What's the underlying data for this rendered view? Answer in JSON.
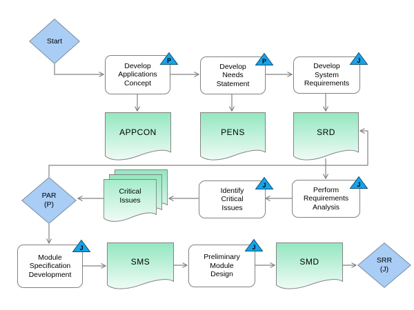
{
  "diagram": {
    "kind": "flowchart",
    "colors": {
      "background": "#ffffff",
      "connector": "#808080",
      "process_fill": "#ffffff",
      "process_border": "#808080",
      "document_gradient_top": "#93e7c0",
      "document_gradient_bottom": "#f0fbf6",
      "decision_fill": "#a9cdf5",
      "decision_border": "#7a8b9c",
      "badge_fill": "#17a3e8",
      "badge_border": "#0d4f73",
      "text": "#000000"
    },
    "nodes": {
      "start": {
        "type": "decision",
        "label": "Start"
      },
      "develop_applications_concept": {
        "type": "process",
        "label": "Develop\nApplications\nConcept",
        "badge": "P"
      },
      "develop_needs_statement": {
        "type": "process",
        "label": "Develop\nNeeds\nStatement",
        "badge": "P"
      },
      "develop_system_requirements": {
        "type": "process",
        "label": "Develop\nSystem\nRequirements",
        "badge": "J"
      },
      "appcon": {
        "type": "document",
        "label": "APPCON"
      },
      "pens": {
        "type": "document",
        "label": "PENS"
      },
      "srd": {
        "type": "document",
        "label": "SRD"
      },
      "par": {
        "type": "decision",
        "label": "PAR\n(P)"
      },
      "critical_issues": {
        "type": "document-stack",
        "label": "Critical\nIssues"
      },
      "identify_critical_issues": {
        "type": "process",
        "label": "Identify\nCritical\nIssues",
        "badge": "J"
      },
      "perform_requirements_analysis": {
        "type": "process",
        "label": "Perform\nRequirements\nAnalysis",
        "badge": "J"
      },
      "module_specification_development": {
        "type": "process",
        "label": "Module\nSpecification\nDevelopment",
        "badge": "J"
      },
      "sms": {
        "type": "document",
        "label": "SMS"
      },
      "preliminary_module_design": {
        "type": "process",
        "label": "Preliminary\nModule\nDesign",
        "badge": "J"
      },
      "smd": {
        "type": "document",
        "label": "SMD"
      },
      "srr": {
        "type": "decision",
        "label": "SRR\n(J)"
      }
    },
    "edges": [
      {
        "from": "start",
        "to": "develop_applications_concept"
      },
      {
        "from": "develop_applications_concept",
        "to": "develop_needs_statement"
      },
      {
        "from": "develop_needs_statement",
        "to": "develop_system_requirements"
      },
      {
        "from": "develop_applications_concept",
        "to": "appcon"
      },
      {
        "from": "develop_needs_statement",
        "to": "pens"
      },
      {
        "from": "develop_system_requirements",
        "to": "srd"
      },
      {
        "from": "srd",
        "to": "perform_requirements_analysis"
      },
      {
        "from": "perform_requirements_analysis",
        "to": "identify_critical_issues"
      },
      {
        "from": "identify_critical_issues",
        "to": "critical_issues"
      },
      {
        "from": "critical_issues",
        "to": "par"
      },
      {
        "from": "par",
        "to": "srd"
      },
      {
        "from": "par",
        "to": "module_specification_development"
      },
      {
        "from": "module_specification_development",
        "to": "sms"
      },
      {
        "from": "sms",
        "to": "preliminary_module_design"
      },
      {
        "from": "preliminary_module_design",
        "to": "smd"
      },
      {
        "from": "smd",
        "to": "srr"
      }
    ]
  }
}
